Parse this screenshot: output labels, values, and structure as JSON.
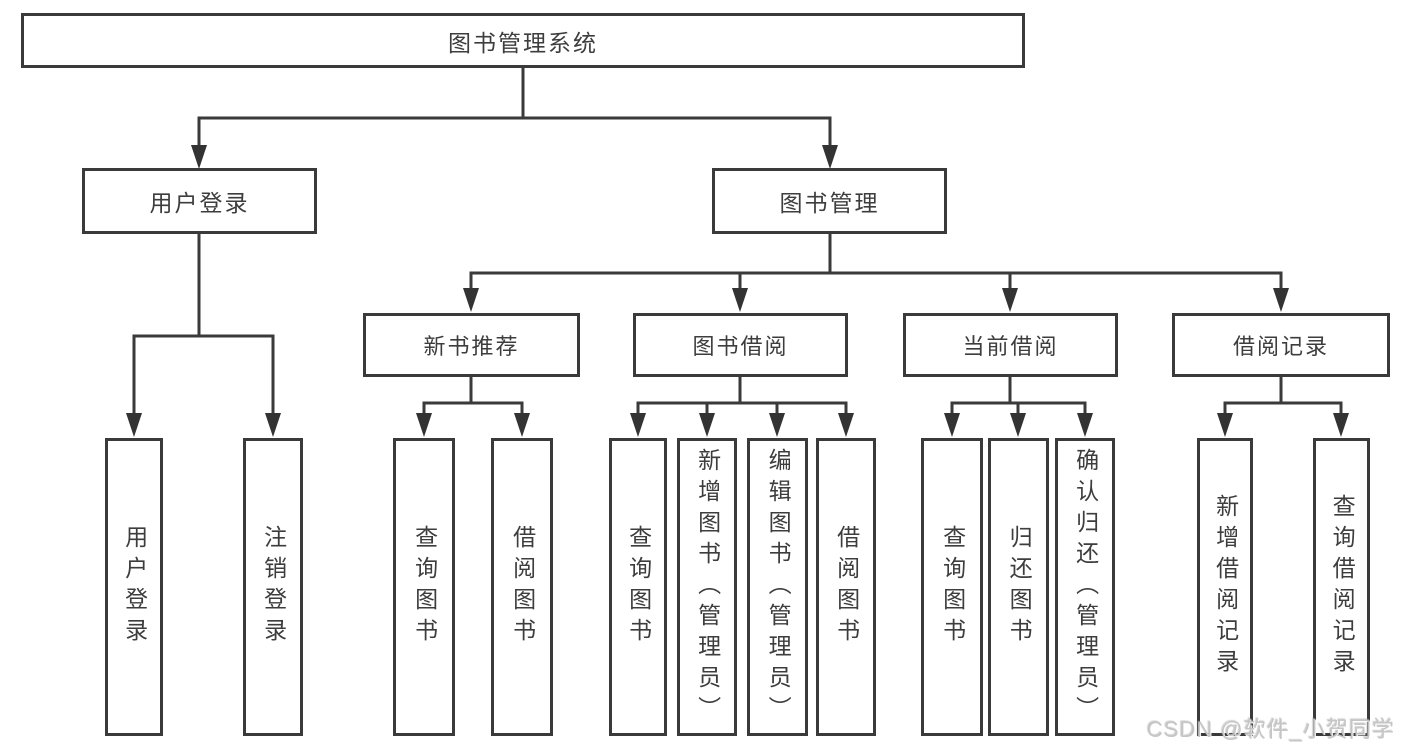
{
  "tree": {
    "label": "图书管理系统",
    "children": [
      {
        "label": "用户登录",
        "children": [
          {
            "label": "用户登录"
          },
          {
            "label": "注销登录"
          }
        ]
      },
      {
        "label": "图书管理",
        "children": [
          {
            "label": "新书推荐",
            "children": [
              {
                "label": "查询图书"
              },
              {
                "label": "借阅图书"
              }
            ]
          },
          {
            "label": "图书借阅",
            "children": [
              {
                "label": "查询图书"
              },
              {
                "label": "新增图书（管理员）"
              },
              {
                "label": "编辑图书（管理员）"
              },
              {
                "label": "借阅图书"
              }
            ]
          },
          {
            "label": "当前借阅",
            "children": [
              {
                "label": "查询图书"
              },
              {
                "label": "归还图书"
              },
              {
                "label": "确认归还（管理员）"
              }
            ]
          },
          {
            "label": "借阅记录",
            "children": [
              {
                "label": "新增借阅记录"
              },
              {
                "label": "查询借阅记录"
              }
            ]
          }
        ]
      }
    ]
  },
  "watermark": {
    "text": "CSDN @软件_小贺同学"
  },
  "colors": {
    "line": "#3a3a3a",
    "arrow": "#333333",
    "text": "#3d3d3d",
    "background": "#ffffff",
    "watermark": "#c3c3c3"
  }
}
